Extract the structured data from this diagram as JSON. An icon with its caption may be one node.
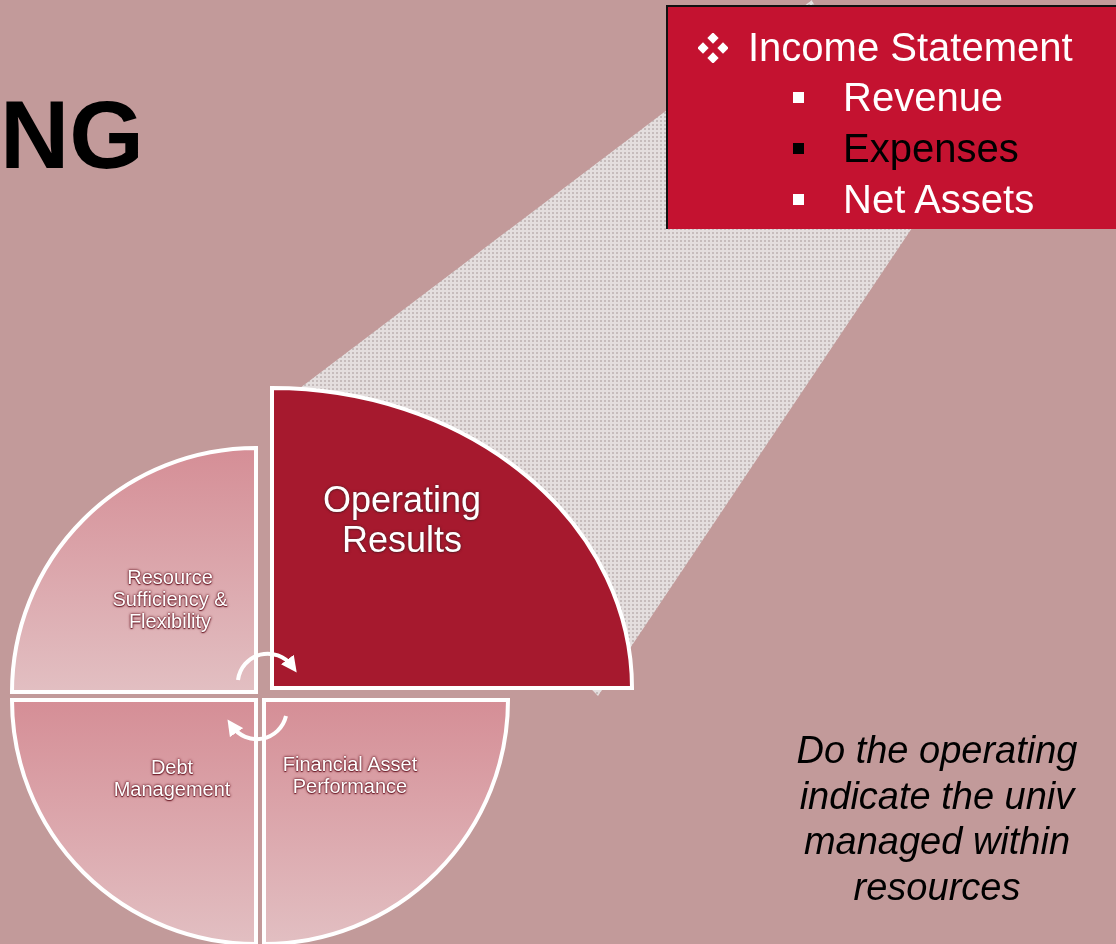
{
  "diagram": {
    "title": "NG",
    "nodes": [
      {
        "text": [
          "Income Statement",
          "Revenue",
          "Expenses",
          "Net Assets"
        ]
      },
      {
        "text": [
          "Resource Sufficiency & Flexibility"
        ]
      },
      {
        "text": [
          "Operating Results"
        ]
      },
      {
        "text": [
          "Debt Management"
        ]
      },
      {
        "text": [
          "Financial Asset Performance"
        ]
      }
    ],
    "edges": [
      {
        "from": 1,
        "to": 2,
        "arrow": "to"
      },
      {
        "from": 4,
        "to": 3,
        "arrow": "to"
      }
    ],
    "labels": [
      "Do the operating indicate the univ managed within resources"
    ]
  }
}
